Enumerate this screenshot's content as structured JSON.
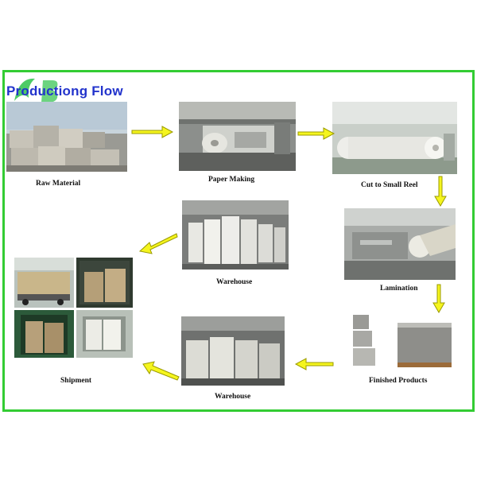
{
  "diagram": {
    "title": "Productiong Flow",
    "steps": [
      {
        "id": "raw",
        "label": "Raw Material",
        "image": "baled-waste-paper"
      },
      {
        "id": "paper",
        "label": "Paper Making",
        "image": "paper-machine"
      },
      {
        "id": "cut",
        "label": "Cut to Small Reel",
        "image": "paper-reels"
      },
      {
        "id": "lam",
        "label": "Lamination",
        "image": "lamination-machine"
      },
      {
        "id": "fin",
        "label": "Finished Products",
        "image": "board-stacks"
      },
      {
        "id": "wh2",
        "label": "Warehouse",
        "image": "pallet-warehouse"
      },
      {
        "id": "ship",
        "label": "Shipment",
        "image": "container-loading"
      },
      {
        "id": "wh1",
        "label": "Warehouse",
        "image": "reel-warehouse"
      }
    ],
    "colors": {
      "border": "#33cc33",
      "arrow": "#f5f51e",
      "arrow_outline": "#9a9a00",
      "title": "#2233cc"
    }
  }
}
